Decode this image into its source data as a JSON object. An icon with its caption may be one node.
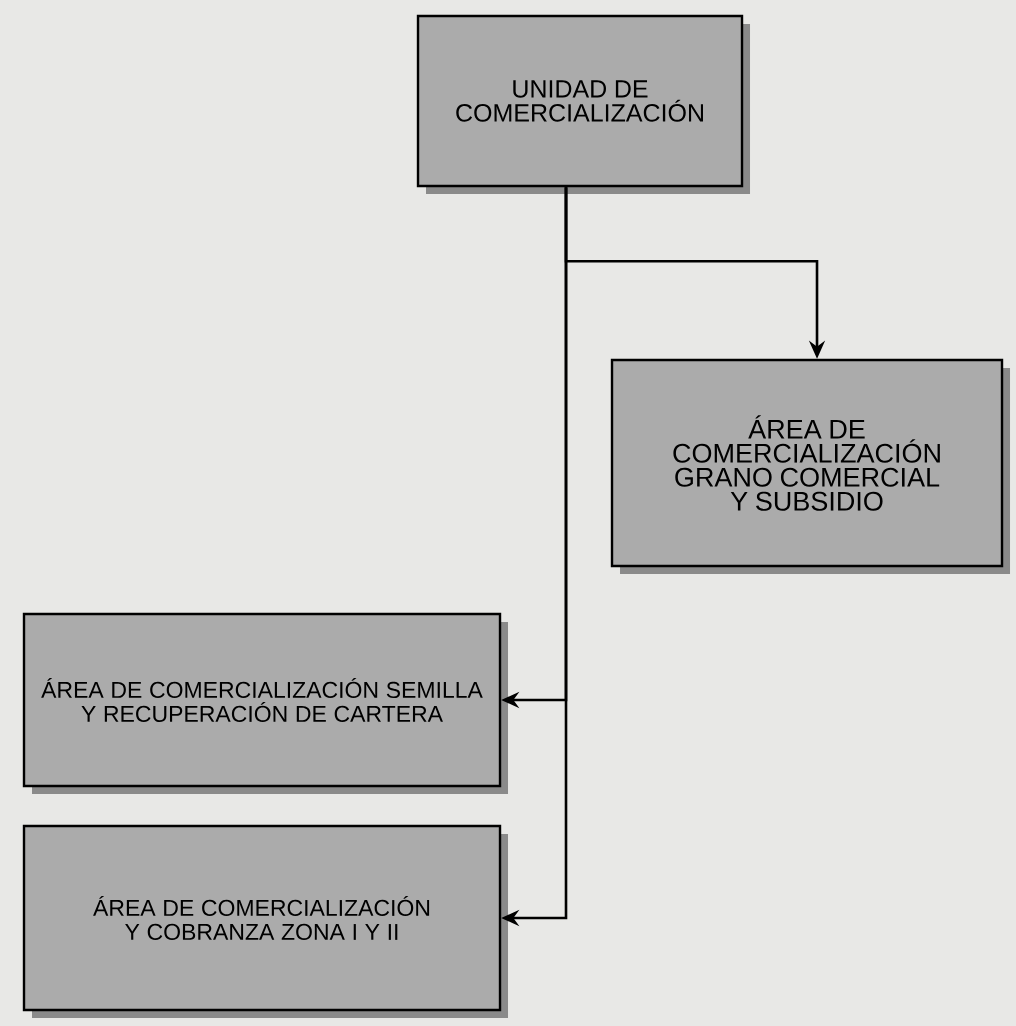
{
  "diagram": {
    "nodes": [
      {
        "text": [
          "UNIDAD DE COMERCIALIZACIÓN"
        ]
      },
      {
        "text": [
          "ÁREA DE COMERCIALIZACIÓN GRANO COMERCIAL Y SUBSIDIO"
        ]
      },
      {
        "text": [
          "ÁREA DE COMERCIALIZACIÓN SEMILLA Y RECUPERACIÓN DE CARTERA"
        ]
      },
      {
        "text": [
          "ÁREA DE COMERCIALIZACIÓN Y COBRANZA ZONA I Y II"
        ]
      }
    ],
    "edges": [
      {
        "from": 0,
        "to": 1,
        "arrow": "to"
      },
      {
        "from": 0,
        "to": 2,
        "arrow": "to"
      },
      {
        "from": 0,
        "to": 3,
        "arrow": "to"
      }
    ]
  }
}
